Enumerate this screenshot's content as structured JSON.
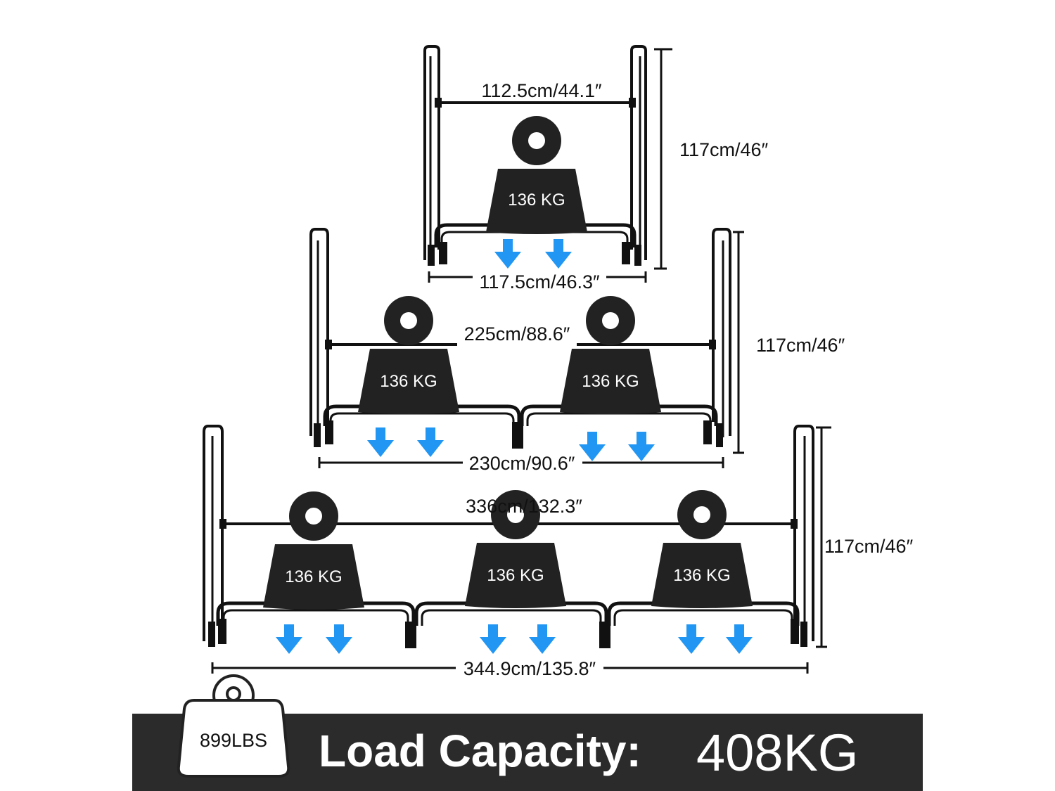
{
  "racks": [
    {
      "id": "small",
      "inner_width": "112.5cm/44.1″",
      "outer_width": "117.5cm/46.3″",
      "height": "117cm/46″",
      "weights": [
        "136 KG"
      ]
    },
    {
      "id": "medium",
      "inner_width": "225cm/88.6″",
      "outer_width": "230cm/90.6″",
      "height": "117cm/46″",
      "weights": [
        "136 KG",
        "136 KG"
      ]
    },
    {
      "id": "large",
      "inner_width": "336cm/132.3″",
      "outer_width": "344.9cm/135.8″",
      "height": "117cm/46″",
      "weights": [
        "136 KG",
        "136 KG",
        "136 KG"
      ]
    }
  ],
  "footer": {
    "badge_text": "899LBS",
    "label": "Load Capacity:",
    "value": "408KG"
  },
  "colors": {
    "frame": "#111111",
    "weight": "#222222",
    "arrow": "#2196f3",
    "footer_bg": "#2b2b2b"
  }
}
